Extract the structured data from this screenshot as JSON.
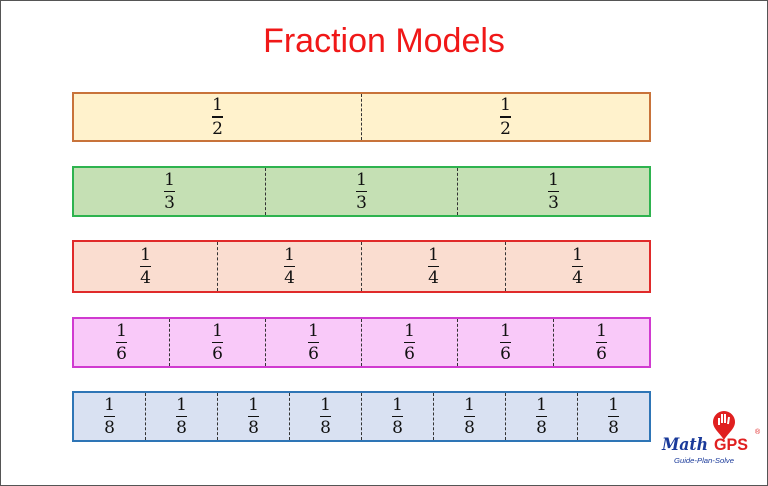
{
  "title": "Fraction Models",
  "rows": [
    {
      "numerator": "1",
      "denominator": "2",
      "parts": 2,
      "fill": "#FFF2CC",
      "border": "#C8733A"
    },
    {
      "numerator": "1",
      "denominator": "3",
      "parts": 3,
      "fill": "#C5E0B4",
      "border": "#2EB34F"
    },
    {
      "numerator": "1",
      "denominator": "4",
      "parts": 4,
      "fill": "#FADDD0",
      "border": "#E02A2A"
    },
    {
      "numerator": "1",
      "denominator": "6",
      "parts": 6,
      "fill": "#F9C9F9",
      "border": "#D03AD0"
    },
    {
      "numerator": "1",
      "denominator": "8",
      "parts": 8,
      "fill": "#D9E1F2",
      "border": "#2E75B6"
    }
  ],
  "logo": {
    "brand": "MathGPS",
    "tagline": "Guide-Plan-Solve"
  }
}
